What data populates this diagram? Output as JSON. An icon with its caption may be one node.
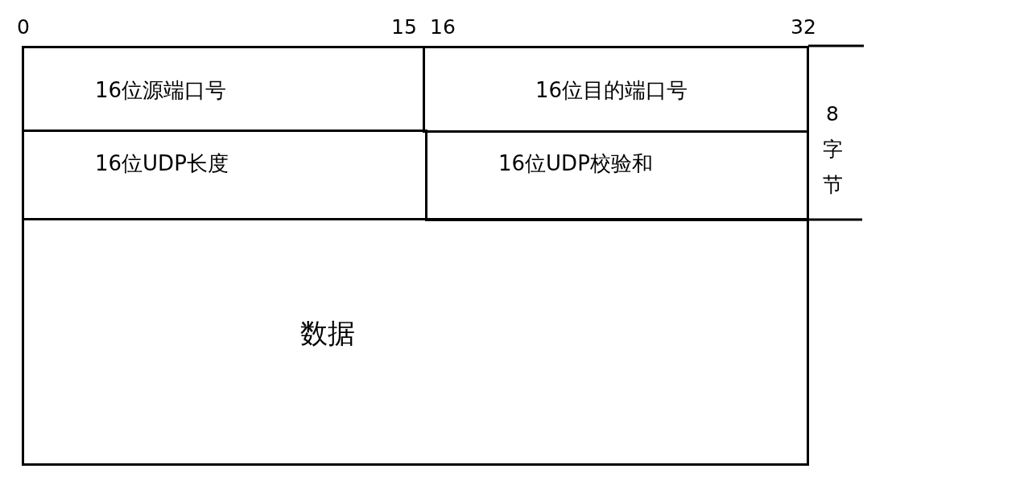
{
  "diagram": {
    "nodes": [
      {
        "text": [
          "16位源端口号"
        ]
      },
      {
        "text": [
          "16位目的端口号"
        ]
      },
      {
        "text": [
          "16位UDP长度"
        ]
      },
      {
        "text": [
          "16位UDP校验和"
        ]
      },
      {
        "text": [
          "数据"
        ]
      }
    ],
    "labels": [
      "0",
      "15",
      "16",
      "32",
      "8字节"
    ]
  }
}
